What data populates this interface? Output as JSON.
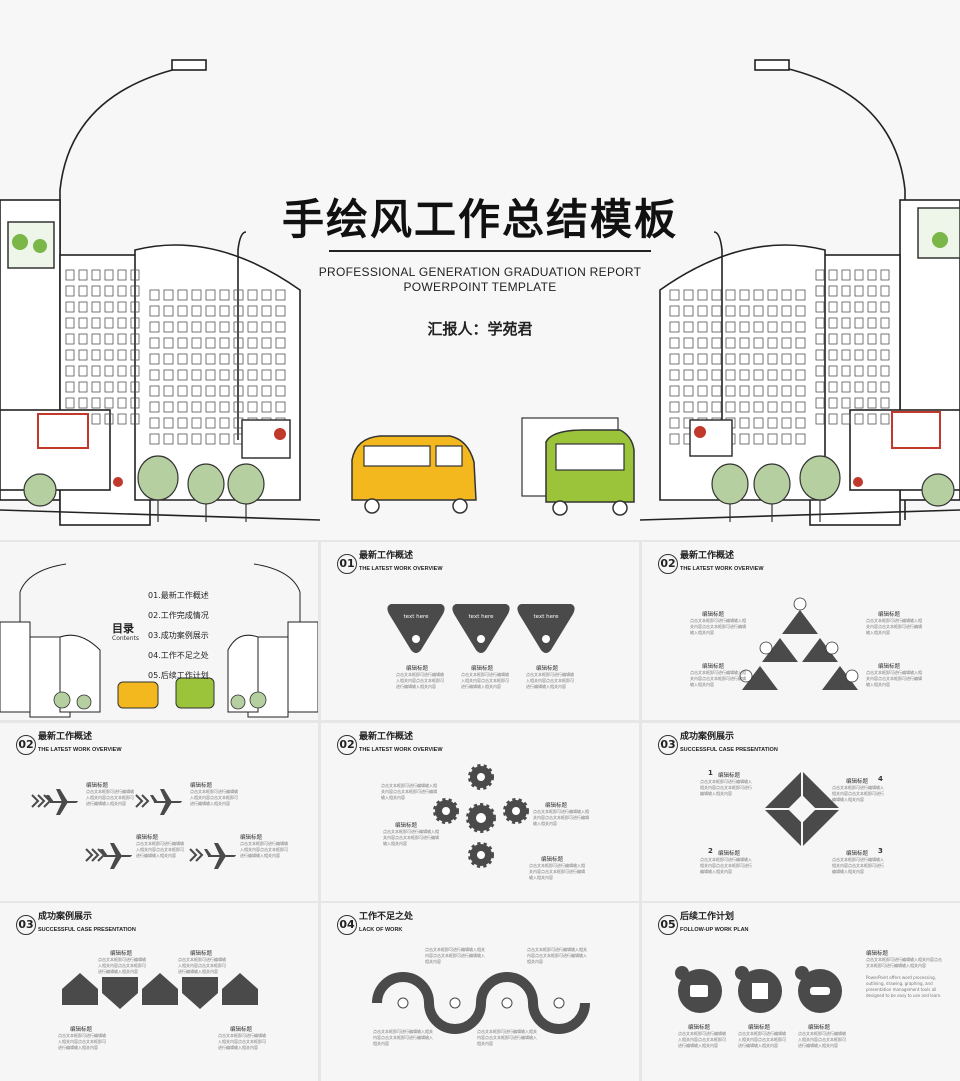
{
  "cover": {
    "title": "手绘风工作总结模板",
    "subtitle_line1": "PROFESSIONAL GENERATION GRADUATION REPORT",
    "subtitle_line2": "POWERPOINT TEMPLATE",
    "reporter": "汇报人：学苑君"
  },
  "toc": {
    "title": "目录",
    "title_en": "Contents",
    "items": [
      "01.最新工作概述",
      "02.工作完成情况",
      "03.成功案例展示",
      "04.工作不足之处",
      "05.后续工作计划"
    ]
  },
  "slides": [
    {
      "num": "01",
      "title": "最新工作概述",
      "en": "THE LATEST WORK OVERVIEW",
      "text_here": "text here",
      "label": "编辑标题",
      "body": "点击文本框即可进行编辑输入相关内容点击文本框即可进行编辑输入相关内容"
    },
    {
      "num": "02",
      "title": "最新工作概述",
      "en": "THE LATEST WORK OVERVIEW",
      "label": "编辑标题",
      "body": "点击文本框即可进行编辑输入相关内容点击文本框即可进行编辑输入相关内容"
    },
    {
      "num": "02",
      "title": "最新工作概述",
      "en": "THE LATEST WORK OVERVIEW",
      "label": "编辑标题",
      "body": "点击文本框即可进行编辑输入相关内容点击文本框即可进行编辑输入相关内容"
    },
    {
      "num": "02",
      "title": "最新工作概述",
      "en": "THE LATEST WORK OVERVIEW",
      "label": "编辑标题",
      "body": "点击文本框即可进行编辑输入相关内容点击文本框即可进行编辑输入相关内容"
    },
    {
      "num": "03",
      "title": "成功案例展示",
      "en": "SUCCESSFUL CASE PRESENTATION",
      "label": "编辑标题",
      "body": "点击文本框即可进行编辑输入相关内容点击文本框即可进行编辑输入相关内容",
      "n1": "1",
      "n2": "2",
      "n3": "3",
      "n4": "4"
    },
    {
      "num": "03",
      "title": "成功案例展示",
      "en": "SUCCESSFUL CASE PRESENTATION",
      "label": "编辑标题",
      "body": "点击文本框即可进行编辑输入相关内容点击文本框即可进行编辑输入相关内容"
    },
    {
      "num": "04",
      "title": "工作不足之处",
      "en": "LACK OF WORK",
      "body": "点击文本框即可进行编辑输入相关内容点击文本框即可进行编辑输入相关内容"
    },
    {
      "num": "05",
      "title": "后续工作计划",
      "en": "FOLLOW-UP WORK PLAN",
      "label": "编辑标题",
      "body": "点击文本框即可进行编辑输入相关内容点击文本框即可进行编辑输入相关内容",
      "en_body": "PowerPoint offers word processing, outlining, drawing, graphing, and presentation management tools all designed to be easy to use and learn."
    }
  ],
  "colors": {
    "dark": "#4a4a4a",
    "yellow": "#f2b81e",
    "green": "#9cc43b",
    "tree": "#a8c48a"
  }
}
